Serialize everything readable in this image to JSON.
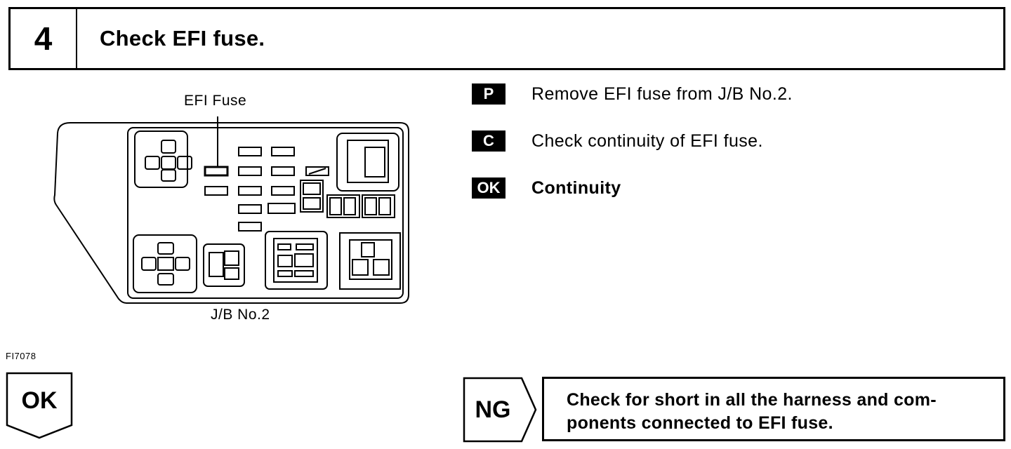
{
  "step": {
    "number": "4",
    "title": "Check EFI fuse."
  },
  "diagram": {
    "fuse_label": "EFI Fuse",
    "box_label": "J/B No.2"
  },
  "instructions": [
    {
      "badge": "P",
      "text": "Remove EFI fuse from J/B No.2."
    },
    {
      "badge": "C",
      "text": "Check continuity of EFI fuse."
    },
    {
      "badge": "OK",
      "text": "Continuity"
    }
  ],
  "figure_id": "FI7078",
  "ok_branch": {
    "label": "OK"
  },
  "ng_branch": {
    "label": "NG",
    "action_lines": [
      "Check for short in all the harness and com-",
      "ponents connected to EFI fuse."
    ]
  }
}
